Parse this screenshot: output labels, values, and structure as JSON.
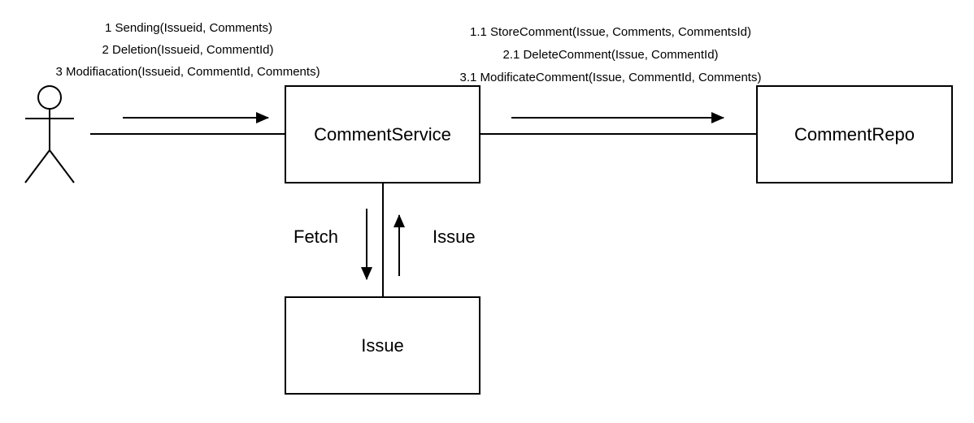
{
  "nodes": {
    "comment_service": "CommentService",
    "comment_repo": "CommentRepo",
    "issue": "Issue"
  },
  "actor_messages": [
    "1 Sending(Issueid, Comments)",
    "2 Deletion(Issueid, CommentId)",
    "3 Modifiacation(Issueid, CommentId, Comments)"
  ],
  "repo_messages": [
    "1.1 StoreComment(Issue, Comments, CommentsId)",
    "2.1 DeleteComment(Issue,  CommentId)",
    "3.1 ModificateComment(Issue, CommentId, Comments)"
  ],
  "issue_messages": {
    "fetch": "Fetch",
    "issue_return": "Issue"
  }
}
